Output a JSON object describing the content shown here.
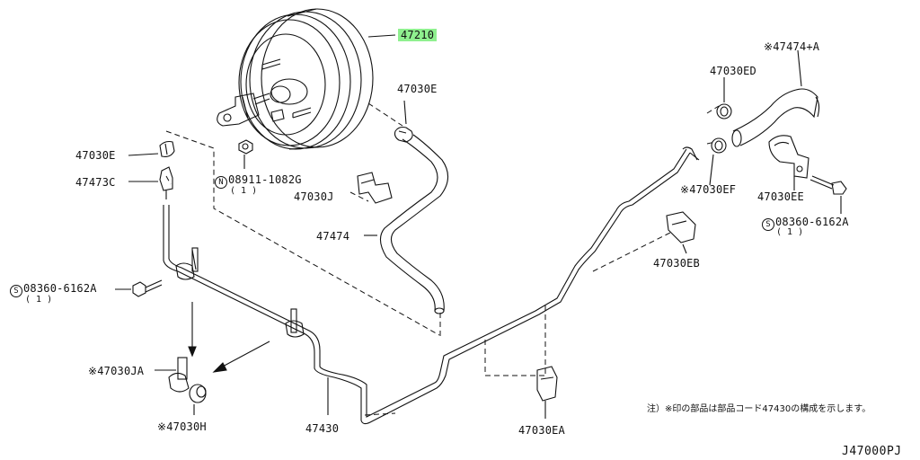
{
  "callouts": {
    "booster": "47210",
    "clamp_top": "47030E",
    "clamp_left": "47030E",
    "connector": "47473C",
    "nut": "08911-1082G",
    "nut_qty": "( 1 )",
    "bracket_j": "47030J",
    "hose": "47474",
    "bolt_left": "08360-6162A",
    "bolt_left_qty": "( 1 )",
    "bracket_ja": "※47030JA",
    "grommet_h": "※47030H",
    "tube": "47430",
    "clip_ea": "47030EA",
    "clip_eb": "47030EB",
    "clamp_ed": "47030ED",
    "hose_a": "※47474+A",
    "clamp_ef": "※47030EF",
    "bracket_ee": "47030EE",
    "bolt_right": "08360-6162A",
    "bolt_right_qty": "( 1 )"
  },
  "prefix": {
    "nut": "N",
    "bolt": "S"
  },
  "note": "注）※印の部品は部品コード47430の構成を示します。",
  "diagram_code": "J47000PJ",
  "colors": {
    "highlight": "#8ff08f",
    "line": "#111111"
  }
}
